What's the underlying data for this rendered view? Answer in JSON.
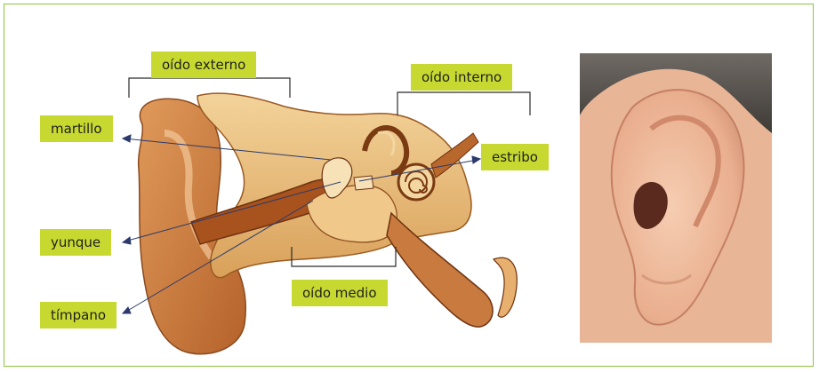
{
  "labels": {
    "oido_externo": "oído externo",
    "oido_interno": "oído interno",
    "oido_medio": "oído medio",
    "martillo": "martillo",
    "estribo": "estribo",
    "yunque": "yunque",
    "timpano": "tímpano"
  },
  "colors": {
    "frame_border": "#8cc63e",
    "label_bg": "#c7d931",
    "pointer_line": "#2b3a6b"
  }
}
